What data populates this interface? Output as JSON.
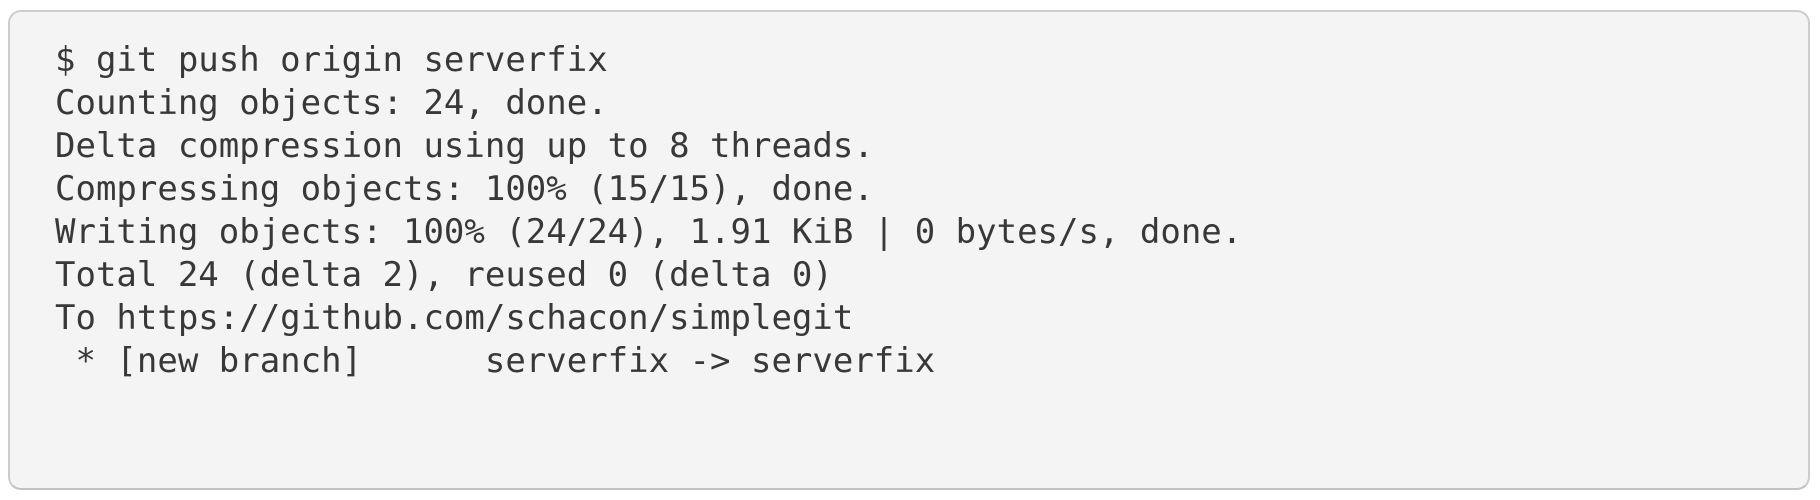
{
  "terminal": {
    "prompt_symbol": "$",
    "command": "git push origin serverfix",
    "lines": [
      "$ git push origin serverfix",
      "Counting objects: 24, done.",
      "Delta compression using up to 8 threads.",
      "Compressing objects: 100% (15/15), done.",
      "Writing objects: 100% (24/24), 1.91 KiB | 0 bytes/s, done.",
      "Total 24 (delta 2), reused 0 (delta 0)",
      "To https://github.com/schacon/simplegit",
      " * [new branch]      serverfix -> serverfix"
    ]
  },
  "colors": {
    "page_bg": "#ffffff",
    "block_bg": "#f4f4f4",
    "block_border": "#cdcdcd",
    "text": "#383838"
  }
}
